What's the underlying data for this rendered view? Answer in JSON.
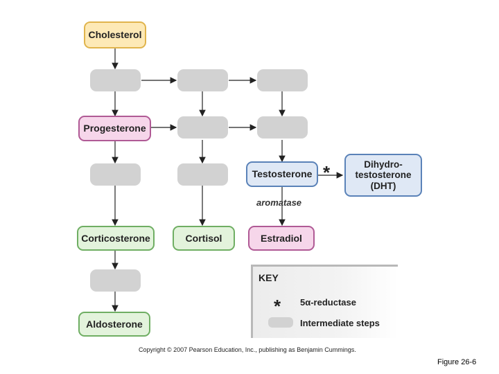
{
  "nodes": {
    "cholesterol": "Cholesterol",
    "progesterone": "Progesterone",
    "testosterone": "Testosterone",
    "dht": "Dihydro-\ntestosterone\n(DHT)",
    "corticosterone": "Corticosterone",
    "cortisol": "Cortisol",
    "estradiol": "Estradiol",
    "aldosterone": "Aldosterone"
  },
  "edge_labels": {
    "aromatase": "aromatase",
    "reductase_marker": "*"
  },
  "key": {
    "title": "KEY",
    "star_symbol": "*",
    "star_meaning": "5α-reductase",
    "swatch_meaning": "Intermediate steps"
  },
  "footer": {
    "copyright": "Copyright © 2007 Pearson Education, Inc., publishing as Benjamin Cummings.",
    "figure": "Figure 26-6"
  },
  "colors": {
    "yellow_fill": "#fde9b6",
    "pink_fill": "#f6d6ea",
    "green_fill": "#e3f3dc",
    "blue_fill": "#dfe8f5",
    "intermediate_grey": "#d2d2d2"
  }
}
